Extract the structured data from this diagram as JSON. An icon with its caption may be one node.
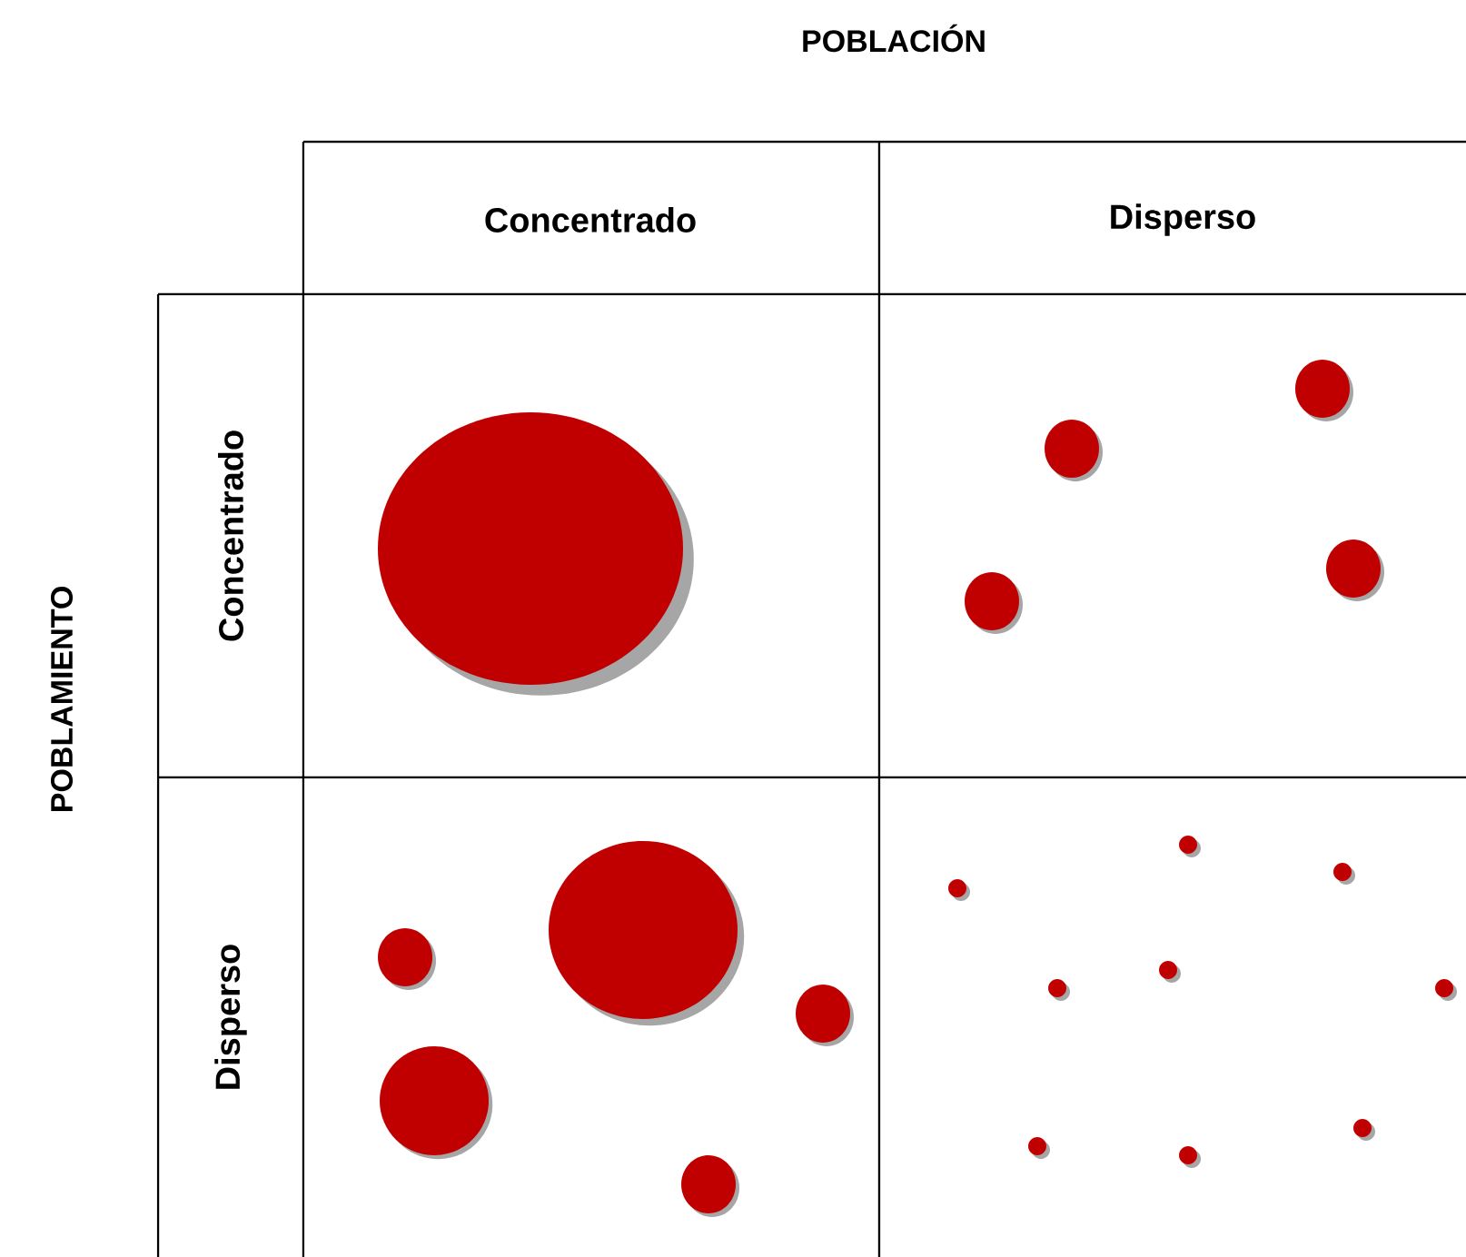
{
  "diagram": {
    "title": "POBLACIÓN",
    "labels": [
      "POBLAMIENTO",
      "Concentrado",
      "Disperso",
      "Concentrado",
      "Disperso"
    ]
  }
}
